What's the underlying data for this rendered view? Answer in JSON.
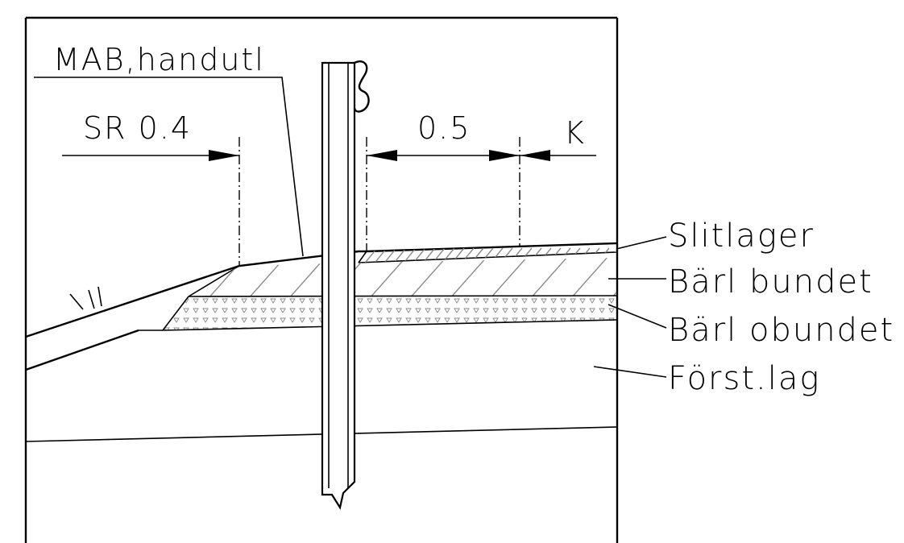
{
  "drawing": {
    "labels": {
      "mab": "MAB,handutl",
      "sr": "SR 0.4",
      "offset": "0.5",
      "k": "K",
      "slitlager": "Slitlager",
      "barl_bundet": "Bärl bundet",
      "barl_obundet": "Bärl obundet",
      "forst_lag": "Först.lag"
    }
  }
}
